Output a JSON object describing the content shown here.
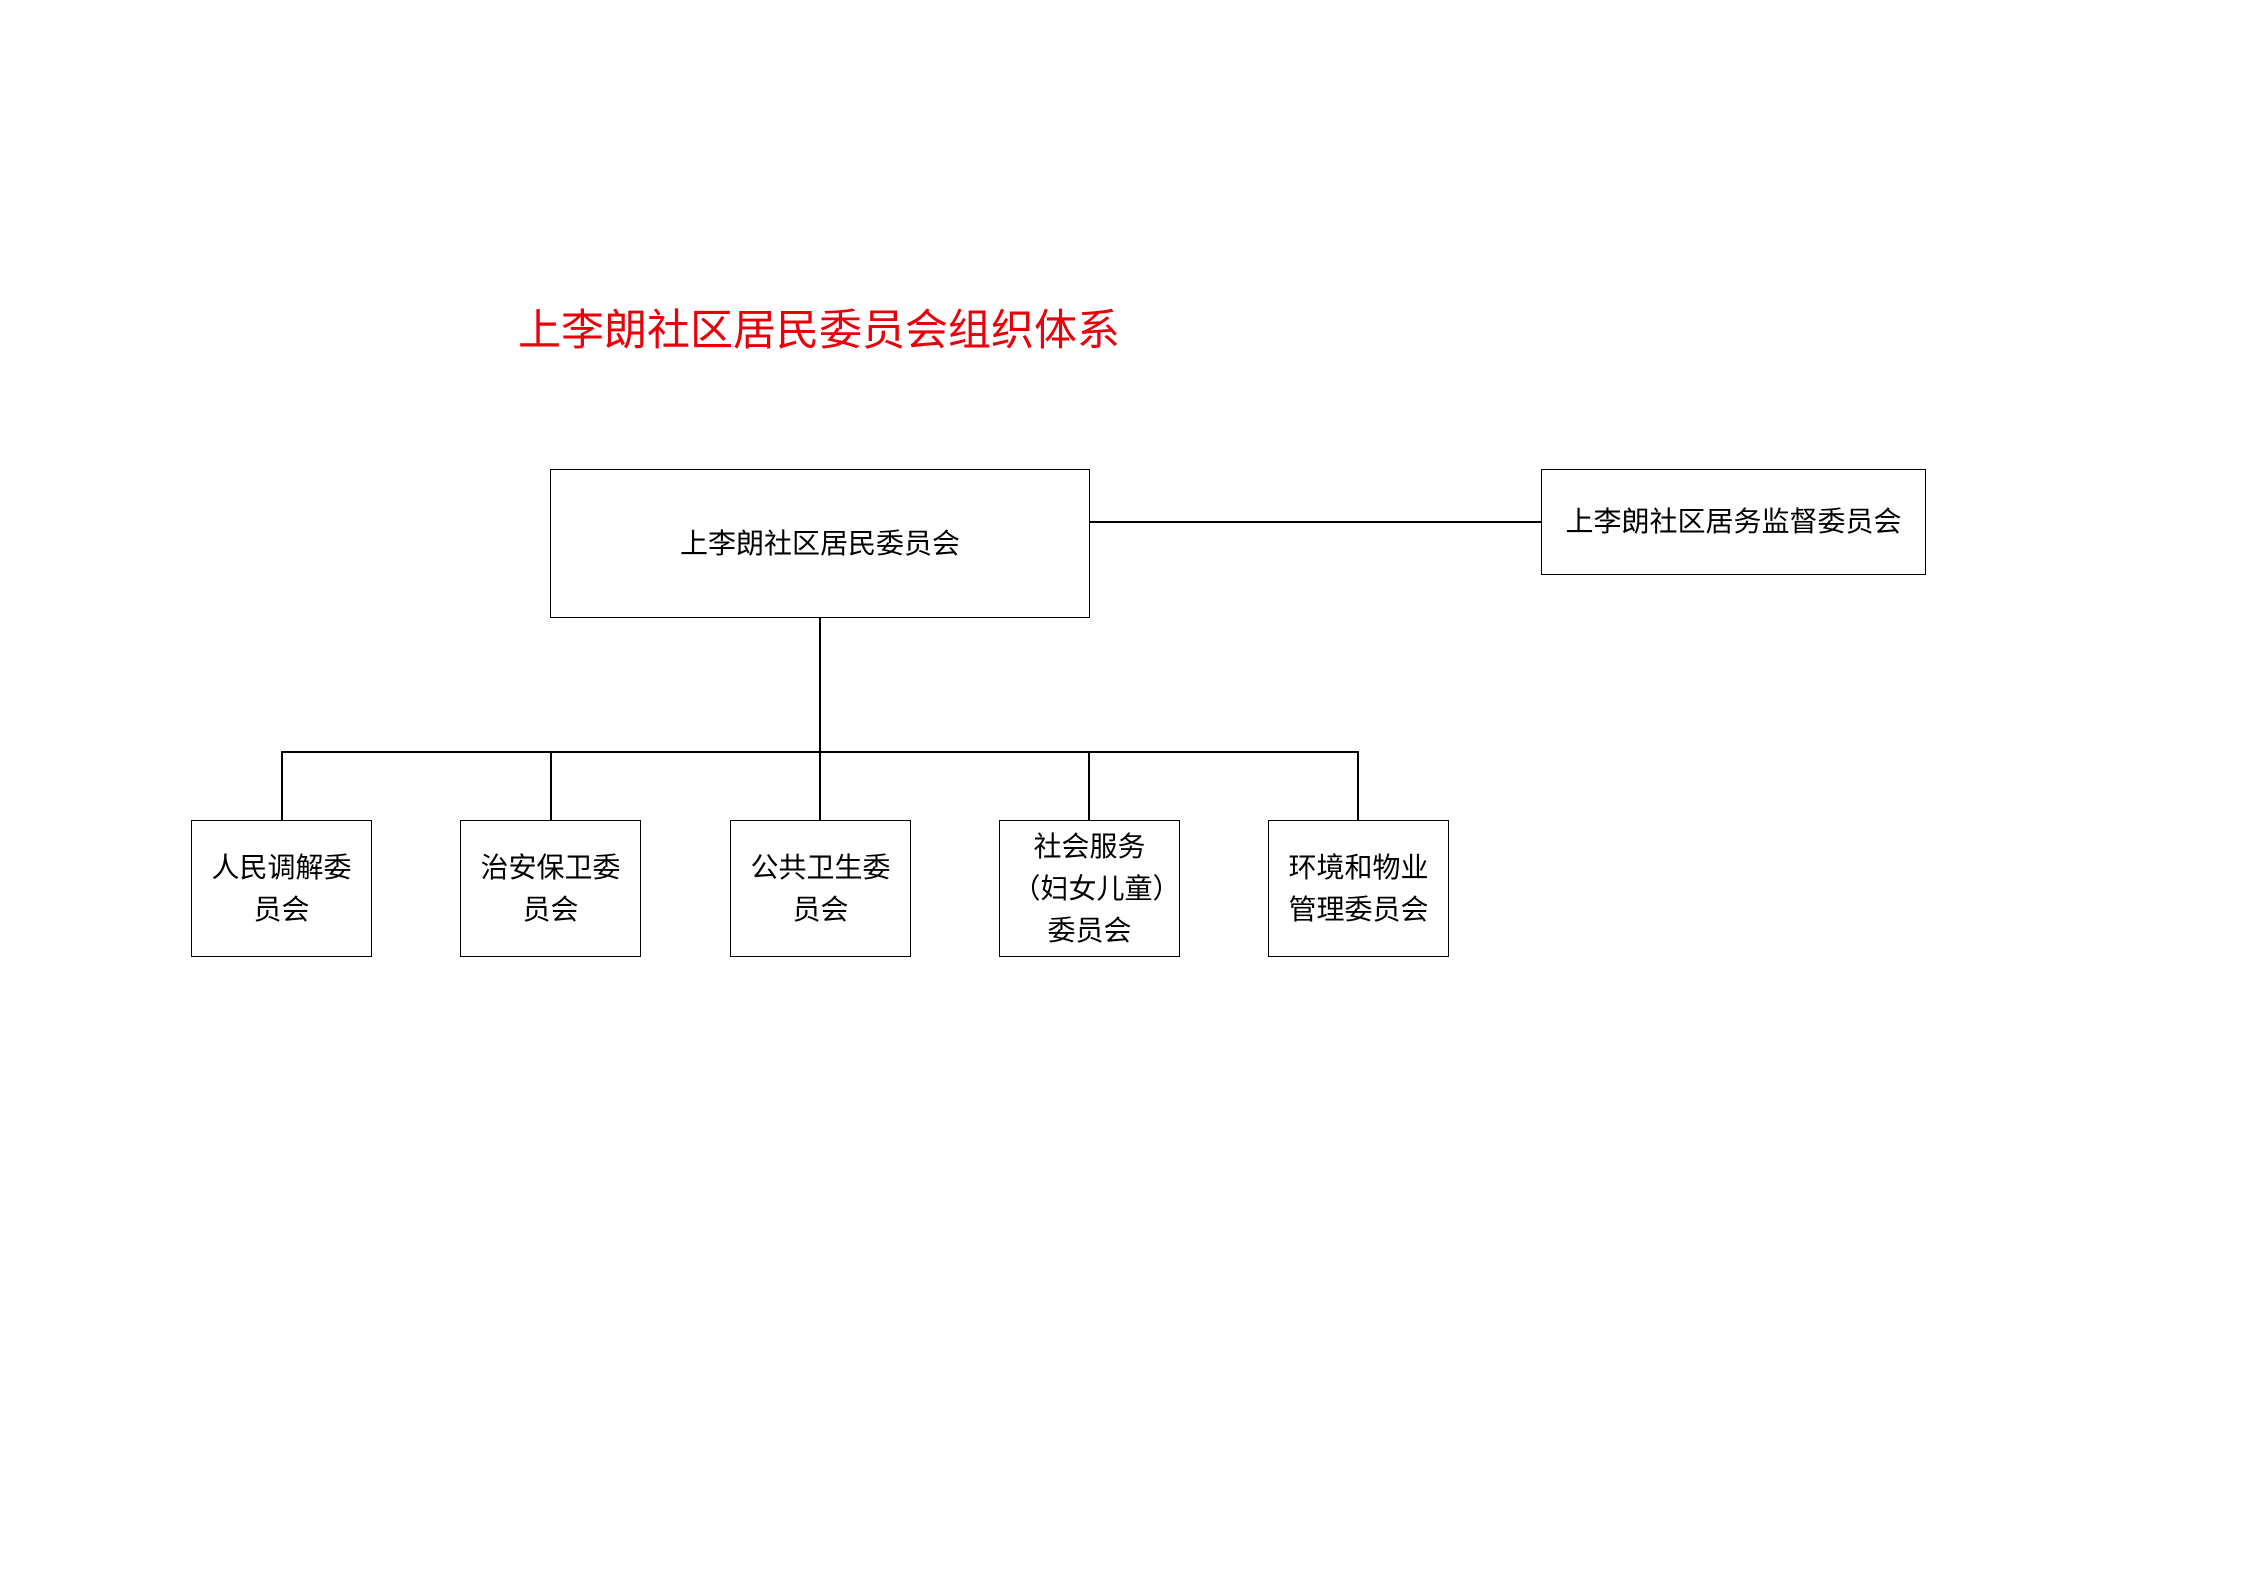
{
  "title": "上李朗社区居民委员会组织体系",
  "title_color": "#e8000b",
  "root": "上李朗社区居民委员会",
  "supervisor": "上李朗社区居务监督委员会",
  "children": [
    "人民调解委员会",
    "治安保卫委员会",
    "公共卫生委员会",
    "社会服务（妇女儿童）委员会",
    "环境和物业管理委员会"
  ]
}
